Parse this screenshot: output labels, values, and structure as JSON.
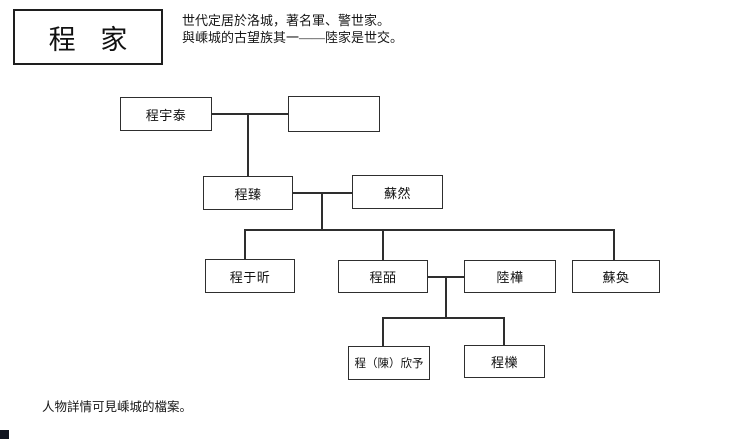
{
  "page": {
    "background_color": "#ffffff",
    "line_color": "#2e2e2e"
  },
  "header": {
    "family_title": "程 家",
    "intro_lines": [
      "世代定居於洛城，著名軍、警世家。",
      "與嵊城的古望族其一——陸家是世交。"
    ]
  },
  "tree": {
    "nodes": [
      {
        "id": "cheng-yutai",
        "label": "程宇泰",
        "generation": 1
      },
      {
        "id": "spouse-unnamed",
        "label": "",
        "generation": 1
      },
      {
        "id": "cheng-zhen",
        "label": "程臻",
        "generation": 2
      },
      {
        "id": "su-ran",
        "label": "蘇然",
        "generation": 2
      },
      {
        "id": "cheng-yuxin",
        "label": "程于昕",
        "generation": 3
      },
      {
        "id": "cheng-bi",
        "label": "程皕",
        "generation": 3
      },
      {
        "id": "lu-hua",
        "label": "陸樺",
        "generation": 3
      },
      {
        "id": "su-huan",
        "label": "蘇奐",
        "generation": 3
      },
      {
        "id": "cheng-chen-xinyu",
        "label": "程（陳）欣予",
        "generation": 4
      },
      {
        "id": "cheng-li",
        "label": "程櫟",
        "generation": 4
      }
    ]
  },
  "footer": {
    "note": "人物詳情可見嵊城的檔案。"
  }
}
